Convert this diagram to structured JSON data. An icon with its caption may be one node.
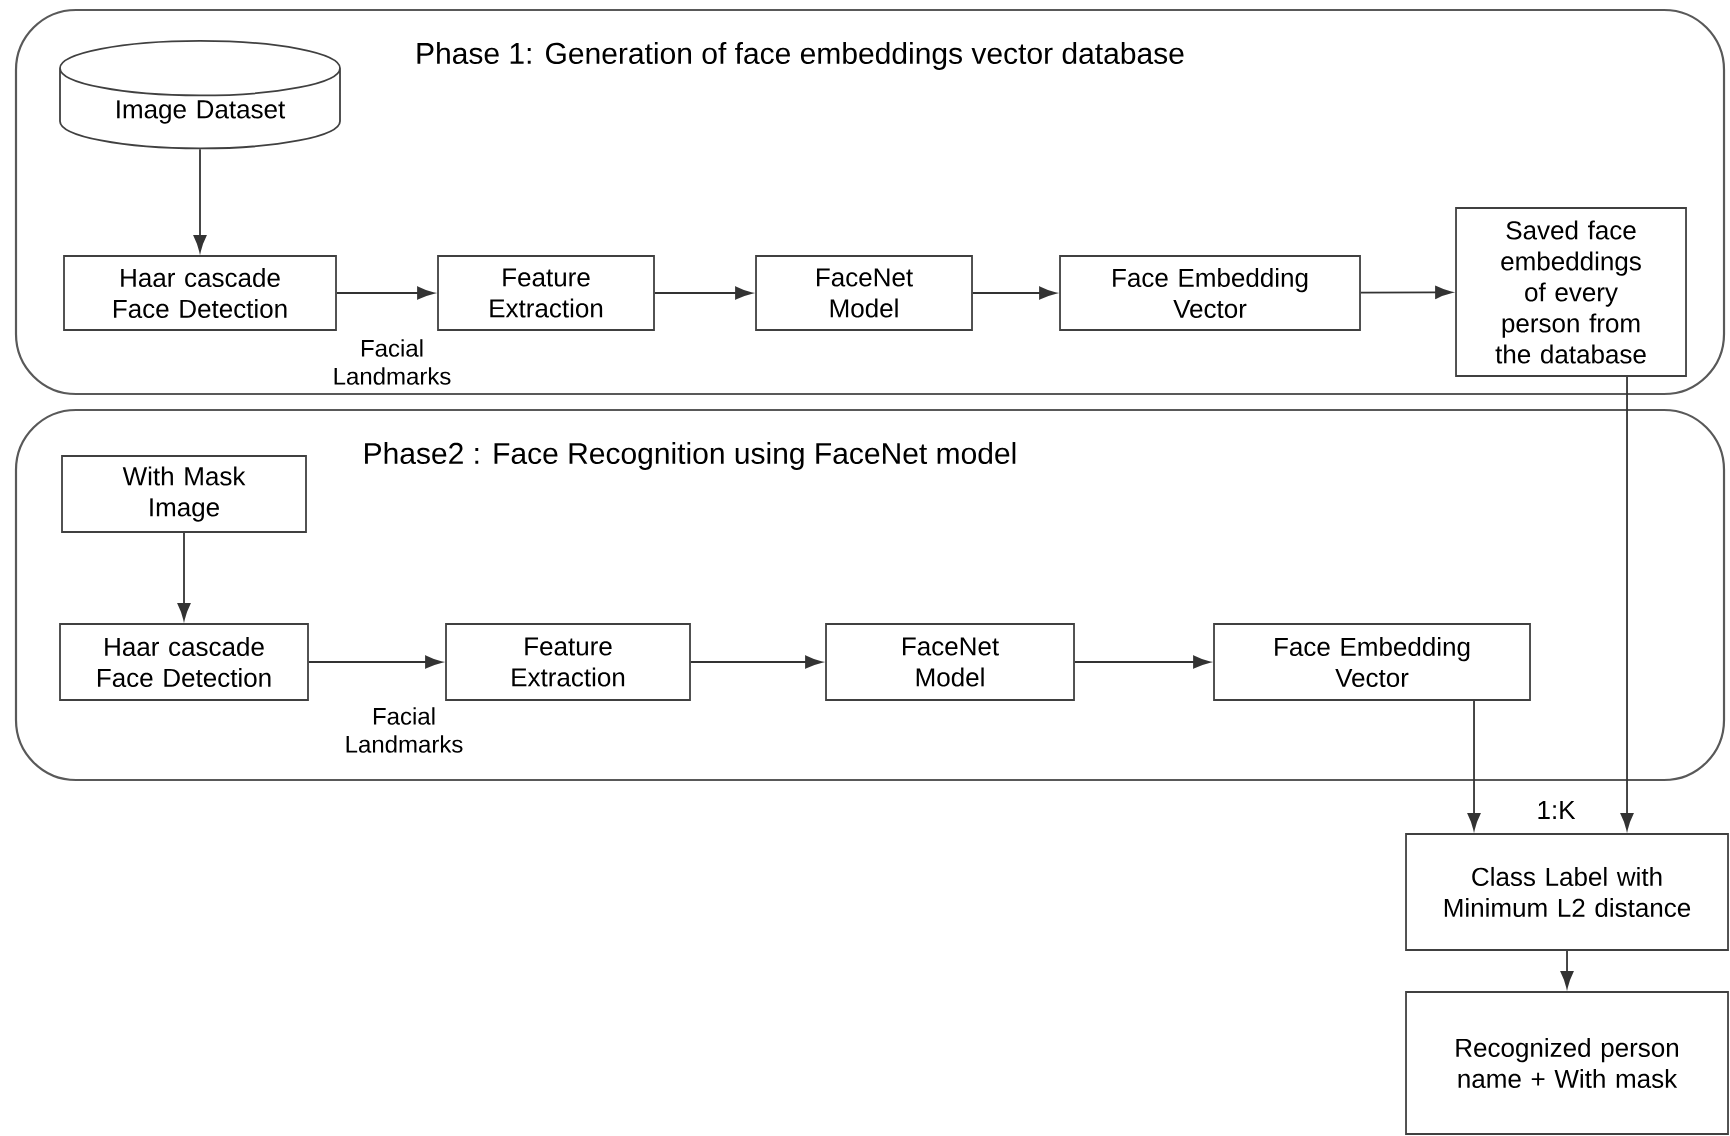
{
  "diagram": {
    "nodes": [
      {
        "text": [
          "Phase 1: Generation of face embeddings vector database"
        ]
      },
      {
        "text": [
          "Image Dataset"
        ],
        "in": 0
      },
      {
        "text": [
          "Haar cascade Face Detection"
        ],
        "in": 0
      },
      {
        "text": [
          "Feature Extraction"
        ],
        "in": 0
      },
      {
        "text": [
          "FaceNet Model"
        ],
        "in": 0
      },
      {
        "text": [
          "Face Embedding Vector"
        ],
        "in": 0
      },
      {
        "text": [
          "Saved face embeddings of every person from the database"
        ],
        "in": 0
      },
      {
        "text": [
          "Phase2 : Face Recognition using FaceNet model"
        ]
      },
      {
        "text": [
          "With Mask Image"
        ],
        "in": 7
      },
      {
        "text": [
          "Haar cascade Face Detection"
        ],
        "in": 7
      },
      {
        "text": [
          "Feature Extraction"
        ],
        "in": 7
      },
      {
        "text": [
          "FaceNet Model"
        ],
        "in": 7
      },
      {
        "text": [
          "Face Embedding Vector"
        ],
        "in": 7
      },
      {
        "text": [
          "Class Label with Minimum L2 distance"
        ]
      },
      {
        "text": [
          "Recognized person name + With mask"
        ]
      }
    ],
    "edges": [
      {
        "from": 1,
        "to": 2,
        "arrow": "to"
      },
      {
        "from": 2,
        "to": 3,
        "arrow": "to",
        "label": "Facial Landmarks"
      },
      {
        "from": 3,
        "to": 4,
        "arrow": "to"
      },
      {
        "from": 4,
        "to": 5,
        "arrow": "to"
      },
      {
        "from": 5,
        "to": 6,
        "arrow": "to"
      },
      {
        "from": 8,
        "to": 9,
        "arrow": "to"
      },
      {
        "from": 9,
        "to": 10,
        "arrow": "to",
        "label": "Facial Landmarks"
      },
      {
        "from": 10,
        "to": 11,
        "arrow": "to"
      },
      {
        "from": 11,
        "to": 12,
        "arrow": "to"
      },
      {
        "from": 12,
        "to": 13,
        "arrow": "to"
      },
      {
        "from": 6,
        "to": 13,
        "arrow": "to"
      },
      {
        "from": 13,
        "to": 14,
        "arrow": "to"
      }
    ],
    "labels": [
      "1:K"
    ]
  }
}
